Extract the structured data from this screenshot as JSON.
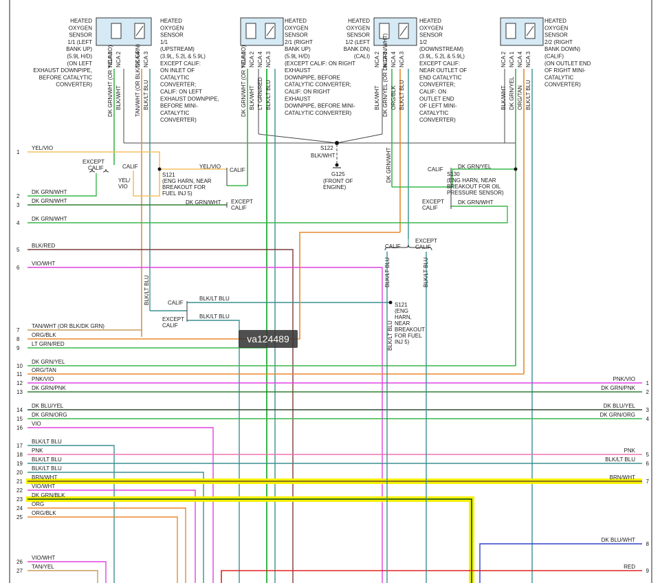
{
  "watermark": "va124489",
  "colors": {
    "grn": "#39b54a",
    "dkgrn": "#2e7d32",
    "yellow": "#f5f100",
    "orange": "#e8892c",
    "tan": "#c8985e",
    "blkred": "#7a3a3a",
    "vio": "#e040e0",
    "teal": "#3a8f8f",
    "pnk": "#f070b0",
    "red": "#e02020",
    "blue": "#3040c0",
    "gray": "#666666"
  },
  "left_wires": [
    {
      "pin": "1",
      "label": "YEL/VIO"
    },
    {
      "pin": "2",
      "label": "DK GRN/WHT"
    },
    {
      "pin": "3",
      "label": "DK GRN/WHT"
    },
    {
      "pin": "4",
      "label": "DK GRN/WHT"
    },
    {
      "pin": "5",
      "label": "BLK/RED"
    },
    {
      "pin": "6",
      "label": "VIO/WHT"
    },
    {
      "pin": "7",
      "label": "TAN/WHT (OR BLK/DK GRN)"
    },
    {
      "pin": "8",
      "label": "ORG/BLK"
    },
    {
      "pin": "9",
      "label": "LT GRN/RED"
    },
    {
      "pin": "10",
      "label": "DK GRN/YEL"
    },
    {
      "pin": "11",
      "label": "ORG/TAN"
    },
    {
      "pin": "12",
      "label": "PNK/VIO"
    },
    {
      "pin": "13",
      "label": "DK GRN/PNK"
    },
    {
      "pin": "14",
      "label": "DK BLU/YEL"
    },
    {
      "pin": "15",
      "label": "DK GRN/ORG"
    },
    {
      "pin": "16",
      "label": "VIO"
    },
    {
      "pin": "17",
      "label": "BLK/LT BLU"
    },
    {
      "pin": "18",
      "label": "PNK"
    },
    {
      "pin": "19",
      "label": "BLK/LT BLU"
    },
    {
      "pin": "20",
      "label": "BLK/LT BLU"
    },
    {
      "pin": "21",
      "label": "BRN/WHT"
    },
    {
      "pin": "22",
      "label": "VIO/WHT"
    },
    {
      "pin": "23",
      "label": "DK GRN/BLK"
    },
    {
      "pin": "24",
      "label": "ORG"
    },
    {
      "pin": "25",
      "label": "ORG/BLK"
    },
    {
      "pin": "26",
      "label": "VIO/WHT"
    },
    {
      "pin": "27",
      "label": "TAN/YEL"
    }
  ],
  "right_wires": [
    {
      "pin": "1",
      "label": "PNK/VIO"
    },
    {
      "pin": "2",
      "label": "DK GRN/PNK"
    },
    {
      "pin": "3",
      "label": "DK BLU/YEL"
    },
    {
      "pin": "4",
      "label": "DK GRN/ORG"
    },
    {
      "pin": "5",
      "label": "PNK"
    },
    {
      "pin": "6",
      "label": "BLK/LT BLU"
    },
    {
      "pin": "7",
      "label": "BRN/WHT"
    },
    {
      "pin": "8",
      "label": "DK BLU/WHT"
    },
    {
      "pin": "9",
      "label": "RED"
    }
  ],
  "sensors": [
    {
      "desc": [
        "HEATED",
        "OXYGEN",
        "SENSOR",
        "1/1 (LEFT",
        "BANK UP)",
        "(5.9L H/D)",
        "(ON LEFT",
        "EXHAUST DOWNPIPE,",
        "BEFORE CATALYTIC",
        "CONVERTER)"
      ],
      "desc2": [
        "HEATED",
        "OXYGEN",
        "SENSOR",
        "1/1",
        "(UPSTREAM)",
        "(3.9L, 5.2L & 5.9L)",
        "EXCEPT CALIF:",
        "ON INLET OF",
        "CATALYTIC",
        "CONVERTER;",
        "CALIF: ON LEFT",
        "EXHAUST DOWNPIPE,",
        "BEFORE MINI-",
        "CATALYTIC",
        "CONVERTER)"
      ],
      "pins": [
        "NCA 1",
        "NCA 2",
        "NCA 4",
        "NCA 3"
      ],
      "wires": [
        "DK GRN/WHT (OR YEL/VIO)",
        "BLK/WHT",
        "TAN/WHT (OR BLK/DK GRN)",
        "BLK/LT BLU"
      ]
    },
    {
      "desc": [
        "HEATED",
        "OXYGEN",
        "SENSOR",
        "2/1 (RIGHT",
        "BANK UP)",
        "(5.9L H/D)",
        "(EXCEPT CALIF: ON RIGHT",
        "EXHAUST",
        "DOWNPIPE, BEFORE",
        "CATALYTIC CONVERTER;",
        "CALIF: ON RIGHT",
        "EXHAUST",
        "DOWNPIPE, BEFORE MINI-",
        "CATALYTIC CONVERTER)"
      ],
      "pins": [
        "NCA 1",
        "NCA 2",
        "NCA 4",
        "NCA 3"
      ],
      "wires": [
        "DK GRN/WHT (OR YEL/VIO)",
        "BLK/WHT",
        "LT GRN/RED",
        "BLK/LT BLU"
      ]
    },
    {
      "desc": [
        "HEATED",
        "OXYGEN",
        "SENSOR",
        "1/2 (LEFT",
        "BANK DN)",
        "(CALI)"
      ],
      "desc2": [
        "HEATED",
        "OXYGEN",
        "SENSOR",
        "1/2",
        "(DOWNSTREAM)",
        "(3.9L, 5.2L & 5.9L)",
        "EXCEPT CALIF:",
        "NEAR OUTLET OF",
        "END CATALYTIC",
        "CONVERTER;",
        "CALIF: ON",
        "OUTLET END",
        "OF LEFT MINI-",
        "CATALYTIC",
        "CONVERTER)"
      ],
      "pins": [
        "NCA 2",
        "NCA 1",
        "NCA 4",
        "NCA 3"
      ],
      "wires": [
        "BLK/WHT",
        "DK GRN/YEL (OR DK GRN/WHT)",
        "ORG/BLK",
        "BLK/LT BLU"
      ]
    },
    {
      "desc": [
        "HEATED",
        "OXYGEN",
        "SENSOR",
        "2/2 (RIGHT",
        "BANK DOWN)",
        "(CALIF)",
        "(ON OUTLET END",
        "OF RIGHT MINI-",
        "CATALYTIC",
        "CONVERTER)"
      ],
      "pins": [
        "NCA 2",
        "NCA 1",
        "NCA 4",
        "NCA 3"
      ],
      "wires": [
        "BLK/WHT",
        "DK GRN/YEL",
        "ORG/TAN",
        "BLK/LT BLU"
      ]
    }
  ],
  "annotations": {
    "s122": "S122",
    "s122_wire": "BLK/WHT",
    "g125": "G125",
    "g125_note": [
      "(FRONT OF",
      "ENGINE)"
    ],
    "s121_left": [
      "S121",
      "(ENG HARN, NEAR",
      "BREAKOUT FOR",
      "FUEL INJ 5)"
    ],
    "s121_right": [
      "S121",
      "(ENG",
      "HARN,",
      "NEAR",
      "BREAKOUT",
      "FOR FUEL",
      "INJ 5)"
    ],
    "s130": [
      "S130",
      "(ENG HARN, NEAR",
      "BREAKOUT FOR OIL",
      "PRESSURE SENSOR)"
    ],
    "calif": "CALIF",
    "except_calif": [
      "EXCEPT",
      "CALIF"
    ],
    "yel_vio": "YEL/VIO",
    "yel_vio_split": [
      "YEL/",
      "VIO"
    ],
    "dk_grn_wht": "DK GRN/WHT",
    "dk_grn_yel": "DK GRN/YEL",
    "dk_grn_wht2": "DK GRN/WHT",
    "blk_lt_blu": "BLK/LT BLU",
    "dk_grn_wht_vert": "DK GRN/WHT"
  }
}
